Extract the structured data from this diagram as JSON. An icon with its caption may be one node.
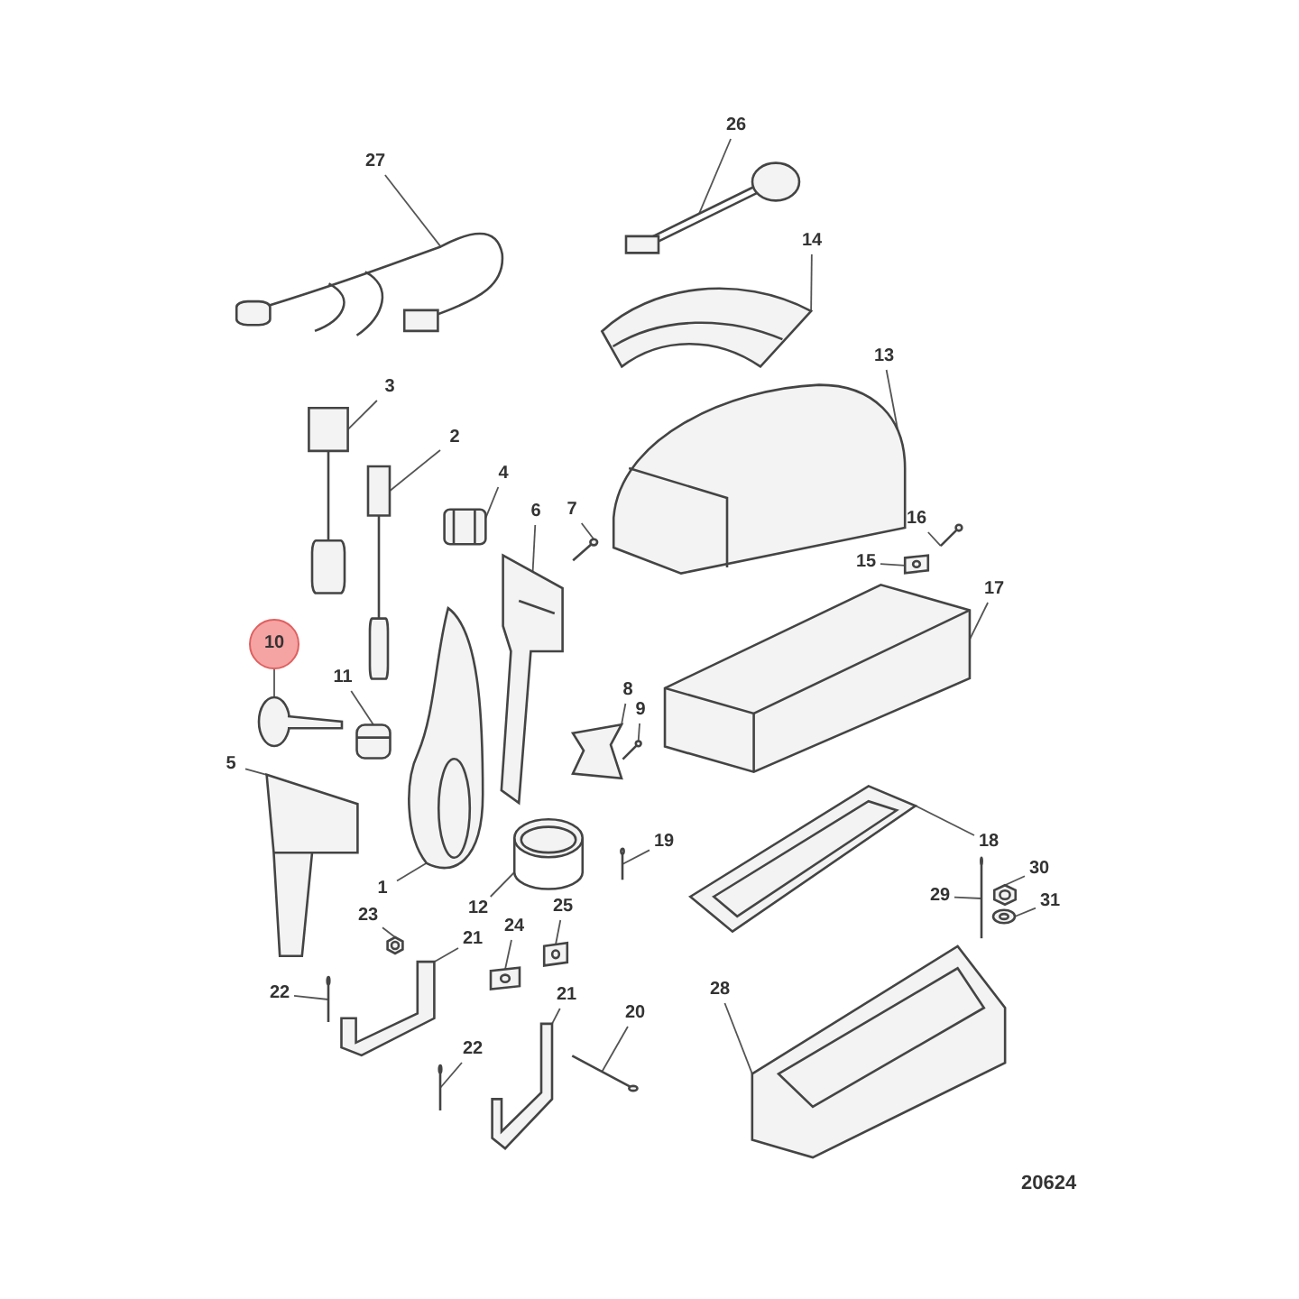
{
  "diagram": {
    "nodes": [
      {
        "text": [
          "27"
        ]
      },
      {
        "text": [],
        "shape": "picture"
      },
      {
        "text": [
          "26"
        ]
      },
      {
        "text": [],
        "shape": "picture"
      },
      {
        "text": [
          "14"
        ]
      },
      {
        "text": [],
        "shape": "picture"
      },
      {
        "text": [
          "3"
        ]
      },
      {
        "text": [],
        "shape": "picture"
      },
      {
        "text": [
          "2"
        ]
      },
      {
        "text": [],
        "shape": "picture"
      },
      {
        "text": [
          "13"
        ]
      },
      {
        "text": [],
        "shape": "picture"
      },
      {
        "text": [
          "4"
        ]
      },
      {
        "text": [],
        "shape": "picture"
      },
      {
        "text": [
          "7"
        ]
      },
      {
        "text": [],
        "shape": "picture"
      },
      {
        "text": [
          "6"
        ]
      },
      {
        "text": [],
        "shape": "picture"
      },
      {
        "text": [
          "16"
        ]
      },
      {
        "text": [],
        "shape": "picture"
      },
      {
        "text": [
          "15"
        ]
      },
      {
        "text": [],
        "shape": "picture"
      },
      {
        "text": [
          "17"
        ]
      },
      {
        "text": [],
        "shape": "picture"
      },
      {
        "text": [
          "10"
        ]
      },
      {
        "text": [],
        "shape": "picture"
      },
      {
        "text": [
          "11"
        ]
      },
      {
        "text": [],
        "shape": "picture"
      },
      {
        "text": [
          "8"
        ]
      },
      {
        "text": [],
        "shape": "picture"
      },
      {
        "text": [
          "9"
        ]
      },
      {
        "text": [],
        "shape": "picture"
      },
      {
        "text": [
          "5"
        ]
      },
      {
        "text": [],
        "shape": "picture"
      },
      {
        "text": [
          "1"
        ]
      },
      {
        "text": [],
        "shape": "picture"
      },
      {
        "text": [
          "18"
        ]
      },
      {
        "text": [],
        "shape": "picture"
      },
      {
        "text": [
          "19"
        ]
      },
      {
        "text": [],
        "shape": "picture"
      },
      {
        "text": [
          "12"
        ]
      },
      {
        "text": [],
        "shape": "picture"
      },
      {
        "text": [
          "25"
        ]
      },
      {
        "text": [],
        "shape": "picture"
      },
      {
        "text": [
          "30"
        ]
      },
      {
        "text": [],
        "shape": "picture"
      },
      {
        "text": [
          "29"
        ]
      },
      {
        "text": [],
        "shape": "picture"
      },
      {
        "text": [
          "31"
        ]
      },
      {
        "text": [],
        "shape": "picture"
      },
      {
        "text": [
          "24"
        ]
      },
      {
        "text": [],
        "shape": "picture"
      },
      {
        "text": [
          "23"
        ]
      },
      {
        "text": [],
        "shape": "picture"
      },
      {
        "text": [
          "21"
        ]
      },
      {
        "text": [],
        "shape": "picture"
      },
      {
        "text": [
          "22"
        ]
      },
      {
        "text": [],
        "shape": "picture"
      },
      {
        "text": [
          "28"
        ]
      },
      {
        "text": [],
        "shape": "picture"
      },
      {
        "text": [
          "21"
        ]
      },
      {
        "text": [],
        "shape": "picture"
      },
      {
        "text": [
          "20"
        ]
      },
      {
        "text": [],
        "shape": "picture"
      },
      {
        "text": [
          "22"
        ]
      },
      {
        "text": [],
        "shape": "picture"
      }
    ],
    "edges": [
      {
        "from": 0,
        "to": 1,
        "arrow": "none"
      },
      {
        "from": 2,
        "to": 3,
        "arrow": "none"
      },
      {
        "from": 4,
        "to": 5,
        "arrow": "none"
      },
      {
        "from": 6,
        "to": 7,
        "arrow": "none"
      },
      {
        "from": 8,
        "to": 9,
        "arrow": "none"
      },
      {
        "from": 10,
        "to": 11,
        "arrow": "none"
      },
      {
        "from": 12,
        "to": 13,
        "arrow": "none"
      },
      {
        "from": 14,
        "to": 15,
        "arrow": "none"
      },
      {
        "from": 16,
        "to": 17,
        "arrow": "none"
      },
      {
        "from": 18,
        "to": 19,
        "arrow": "none"
      },
      {
        "from": 20,
        "to": 21,
        "arrow": "none"
      },
      {
        "from": 22,
        "to": 23,
        "arrow": "none"
      },
      {
        "from": 24,
        "to": 25,
        "arrow": "none"
      },
      {
        "from": 26,
        "to": 27,
        "arrow": "none"
      },
      {
        "from": 28,
        "to": 29,
        "arrow": "none"
      },
      {
        "from": 30,
        "to": 31,
        "arrow": "none"
      },
      {
        "from": 32,
        "to": 33,
        "arrow": "none"
      },
      {
        "from": 34,
        "to": 35,
        "arrow": "none"
      },
      {
        "from": 36,
        "to": 37,
        "arrow": "none"
      },
      {
        "from": 38,
        "to": 39,
        "arrow": "none"
      },
      {
        "from": 40,
        "to": 41,
        "arrow": "none"
      },
      {
        "from": 42,
        "to": 43,
        "arrow": "none"
      },
      {
        "from": 44,
        "to": 45,
        "arrow": "none"
      },
      {
        "from": 46,
        "to": 47,
        "arrow": "none"
      },
      {
        "from": 48,
        "to": 49,
        "arrow": "none"
      },
      {
        "from": 50,
        "to": 51,
        "arrow": "none"
      },
      {
        "from": 52,
        "to": 53,
        "arrow": "none"
      },
      {
        "from": 54,
        "to": 55,
        "arrow": "none"
      },
      {
        "from": 56,
        "to": 57,
        "arrow": "none"
      },
      {
        "from": 58,
        "to": 59,
        "arrow": "none"
      },
      {
        "from": 60,
        "to": 61,
        "arrow": "none"
      },
      {
        "from": 62,
        "to": 63,
        "arrow": "none"
      },
      {
        "from": 64,
        "to": 65,
        "arrow": "none"
      }
    ],
    "labels": [
      "20624"
    ]
  }
}
